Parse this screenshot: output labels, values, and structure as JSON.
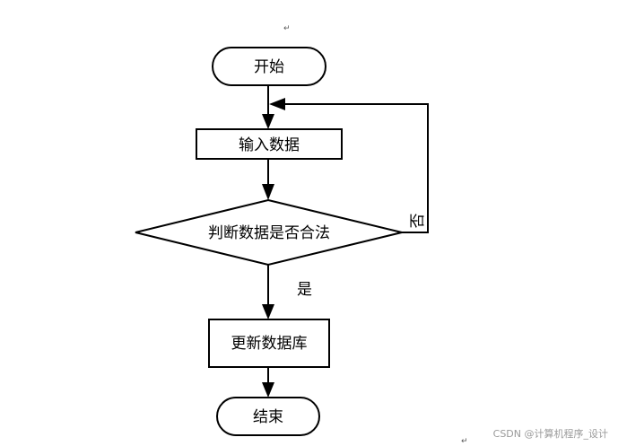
{
  "diagram": {
    "type": "flowchart",
    "nodes": {
      "start": {
        "shape": "terminator",
        "label": "开始"
      },
      "input": {
        "shape": "process",
        "label": "输入数据"
      },
      "check": {
        "shape": "decision",
        "label": "判断数据是否合法"
      },
      "update": {
        "shape": "process",
        "label": "更新数据库"
      },
      "end": {
        "shape": "terminator",
        "label": "结束"
      }
    },
    "edges": [
      {
        "from": "start",
        "to": "input",
        "label": ""
      },
      {
        "from": "input",
        "to": "check",
        "label": ""
      },
      {
        "from": "check",
        "to": "update",
        "label": "是"
      },
      {
        "from": "check",
        "to": "input",
        "label": "否"
      },
      {
        "from": "update",
        "to": "end",
        "label": ""
      }
    ],
    "colors": {
      "stroke": "#000000",
      "fill": "#ffffff",
      "watermark": "#9a9a9a"
    }
  },
  "decorations": {
    "paragraph_mark": "↵",
    "watermark": "CSDN @计算机程序_设计"
  }
}
